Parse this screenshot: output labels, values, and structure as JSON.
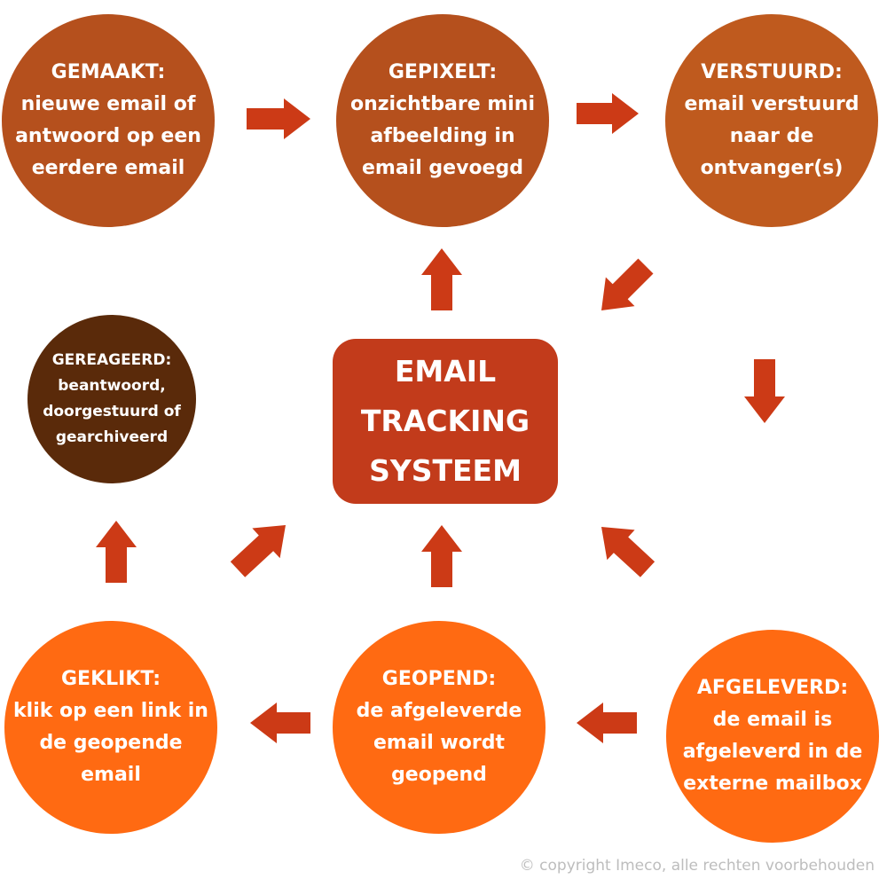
{
  "colors": {
    "stage_dark": "#b5501d",
    "stage_mid": "#bf5a1e",
    "stage_bright": "#ff6a12",
    "stage_brown": "#5a2a0a",
    "center": "#c23b1b",
    "arrow": "#cc3a16",
    "copyright": "#bdbdbd"
  },
  "center": {
    "lines": [
      "EMAIL",
      "TRACKING",
      "SYSTEEM"
    ]
  },
  "stages": [
    {
      "id": "gemaakt",
      "title": "GEMAAKT:",
      "lines": [
        "nieuwe email of",
        "antwoord op een",
        "eerdere email"
      ]
    },
    {
      "id": "gepixelt",
      "title": "GEPIXELT:",
      "lines": [
        "onzichtbare mini",
        "afbeelding in",
        "email gevoegd"
      ]
    },
    {
      "id": "verstuurd",
      "title": "VERSTUURD:",
      "lines": [
        "email verstuurd",
        "naar de",
        "ontvanger(s)"
      ]
    },
    {
      "id": "afgeleverd",
      "title": "AFGELEVERD:",
      "lines": [
        "de email is",
        "afgeleverd in de",
        "externe mailbox"
      ]
    },
    {
      "id": "geopend",
      "title": "GEOPEND:",
      "lines": [
        "de afgeleverde",
        "email wordt",
        "geopend"
      ]
    },
    {
      "id": "geklikt",
      "title": "GEKLIKT:",
      "lines": [
        "klik op een link in",
        "de geopende",
        "email"
      ]
    },
    {
      "id": "gereageerd",
      "title": "GEREAGEERD:",
      "lines": [
        "beantwoord,",
        "doorgestuurd of",
        "gearchiveerd"
      ]
    }
  ],
  "copyright": "© copyright Imeco, alle rechten voorbehouden"
}
